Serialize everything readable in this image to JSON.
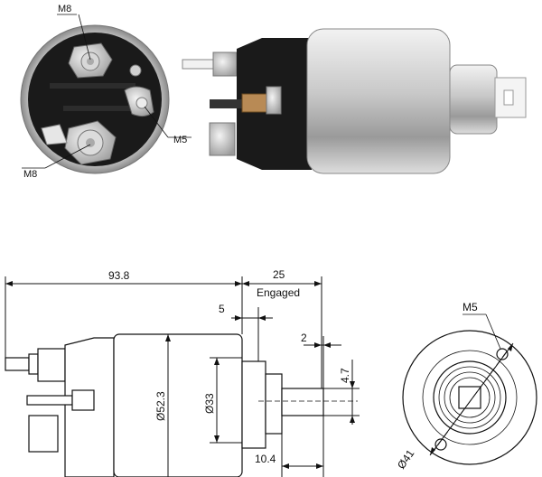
{
  "photo_callouts": {
    "m8_top": "M8",
    "m5": "M5",
    "m8_bottom": "M8"
  },
  "dimensions": {
    "overall_length": "93.8",
    "stroke": "25",
    "engaged": "Engaged",
    "offset_5": "5",
    "offset_2": "2",
    "height_4_7": "4.7",
    "body_diameter": "Ø52.3",
    "nose_diameter": "Ø33",
    "nose_length": "10.4",
    "bolt_circle": "Ø41",
    "end_thread": "M5"
  },
  "colors": {
    "line": "#111111",
    "photo_dark": "#1a1a1a",
    "photo_silver": "#c8c8c8",
    "photo_copper": "#b88a55"
  }
}
